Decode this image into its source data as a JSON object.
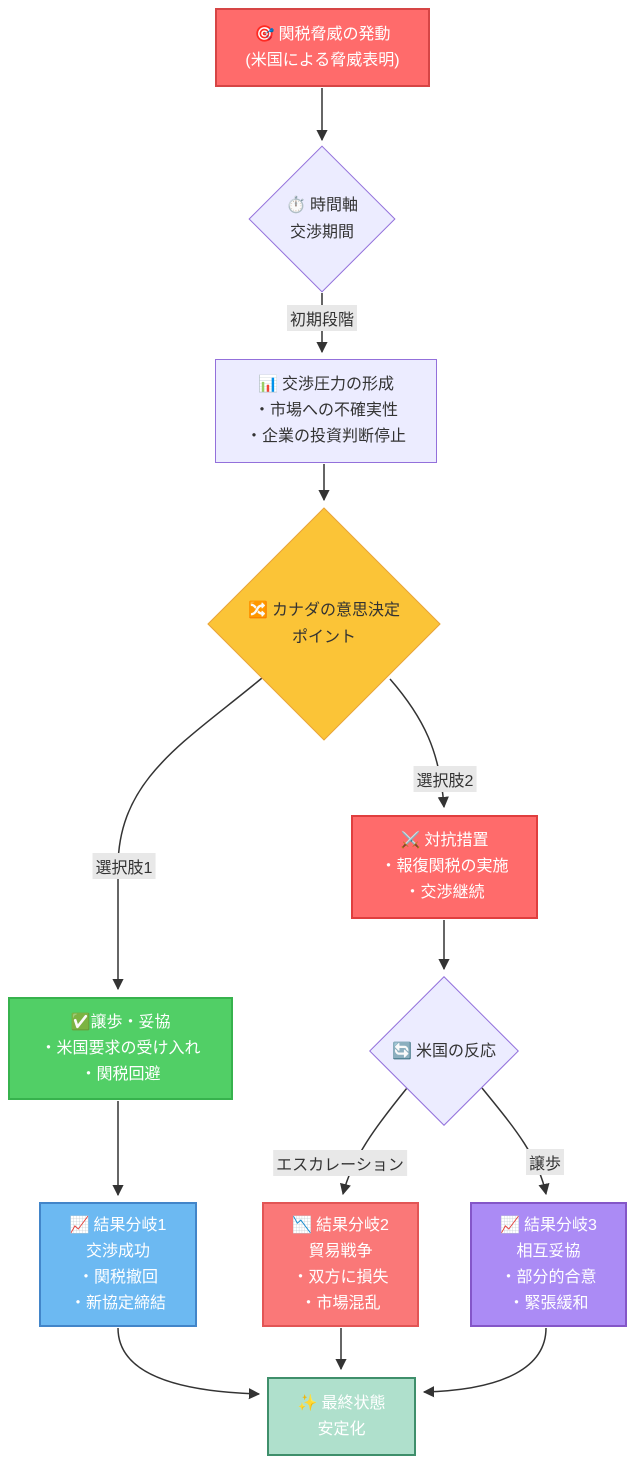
{
  "colors": {
    "edge": "#333333",
    "edge_label_bg": "#e8e8e8",
    "canvas_bg": "#ffffff"
  },
  "nodes": {
    "start": {
      "icon": "🎯",
      "title": "関税脅威の発動",
      "line2": "(米国による脅威表明)",
      "fill": "#ff6b6b",
      "border": "#d64545",
      "text_color": "#ffffff"
    },
    "timeline": {
      "icon": "⏱️",
      "title": "時間軸",
      "line2": "交渉期間",
      "fill": "#ececff",
      "border": "#9370db",
      "text_color": "#333333"
    },
    "pressure": {
      "icon": "📊",
      "title": "交渉圧力の形成",
      "bullets": [
        "・市場への不確実性",
        "・企業の投資判断停止"
      ],
      "fill": "#ececff",
      "border": "#9370db",
      "text_color": "#333333"
    },
    "decision": {
      "icon": "🔀",
      "title": "カナダの意思決定",
      "line2": "ポイント",
      "fill": "#fbc437",
      "border": "#e8a33d",
      "text_color": "#333333"
    },
    "concede": {
      "icon": "✅",
      "title": "譲歩・妥協",
      "bullets": [
        "・米国要求の受け入れ",
        "・関税回避"
      ],
      "fill": "#51cf66",
      "border": "#37b24d",
      "text_color": "#ffffff"
    },
    "counter": {
      "icon": "⚔️",
      "title": "対抗措置",
      "bullets": [
        "・報復関税の実施",
        "・交渉継続"
      ],
      "fill": "#ff6b6b",
      "border": "#e03e3e",
      "text_color": "#ffffff"
    },
    "reaction": {
      "icon": "🔄",
      "title": "米国の反応",
      "fill": "#ececff",
      "border": "#9370db",
      "text_color": "#333333"
    },
    "outcome1": {
      "icon": "📈",
      "title": "結果分岐1",
      "subtitle": "交渉成功",
      "bullets": [
        "・関税撤回",
        "・新協定締結"
      ],
      "fill": "#6cb9f2",
      "border": "#4285c9",
      "text_color": "#ffffff"
    },
    "outcome2": {
      "icon": "📉",
      "title": "結果分岐2",
      "subtitle": "貿易戦争",
      "bullets": [
        "・双方に損失",
        "・市場混乱"
      ],
      "fill": "#fa7878",
      "border": "#e25555",
      "text_color": "#ffffff"
    },
    "outcome3": {
      "icon": "📈",
      "title": "結果分岐3",
      "subtitle": "相互妥協",
      "bullets": [
        "・部分的合意",
        "・緊張緩和"
      ],
      "fill": "#ab8bf5",
      "border": "#8456c8",
      "text_color": "#ffffff"
    },
    "final": {
      "icon": "✨",
      "title": "最終状態",
      "line2": "安定化",
      "fill": "#afe0cc",
      "border": "#3f8f6b",
      "text_color": "#ffffff"
    }
  },
  "edge_labels": {
    "initial_phase": "初期段階",
    "option1": "選択肢1",
    "option2": "選択肢2",
    "escalation": "エスカレーション",
    "concession": "譲歩"
  }
}
